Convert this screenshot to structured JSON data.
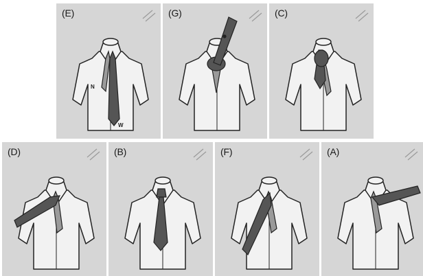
{
  "panels": [
    {
      "id": "E",
      "label": "(E)",
      "pose": "start",
      "letters": {
        "narrow": "N",
        "wide": "W"
      }
    },
    {
      "id": "G",
      "label": "(G)",
      "pose": "up-through"
    },
    {
      "id": "C",
      "label": "(C)",
      "pose": "knot-down"
    },
    {
      "id": "D",
      "label": "(D)",
      "pose": "across-left"
    },
    {
      "id": "B",
      "label": "(B)",
      "pose": "done"
    },
    {
      "id": "F",
      "label": "(F)",
      "pose": "wrap-under"
    },
    {
      "id": "A",
      "label": "(A)",
      "pose": "across-right"
    }
  ],
  "colors": {
    "panel_bg": "#d6d6d6",
    "shirt": "#f2f2f2",
    "outline": "#222222",
    "tie_wide": "#555555",
    "tie_narrow": "#9a9a9a"
  }
}
